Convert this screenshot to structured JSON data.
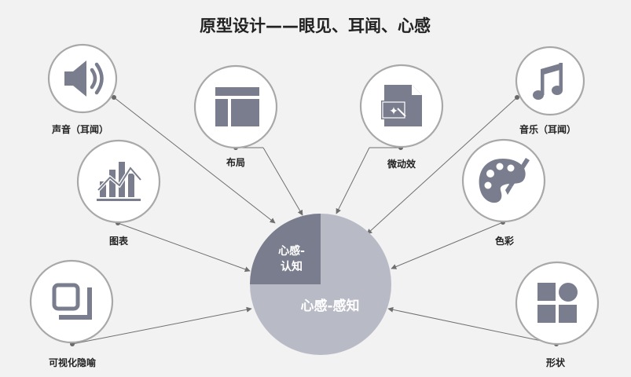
{
  "title": "原型设计——眼见、耳闻、心感",
  "center": {
    "quarter_label_line1": "心感-",
    "quarter_label_line2": "认知",
    "main_label": "心感-感知",
    "quarter_color": "#7a7d8d",
    "main_color": "#b8bac6"
  },
  "icon_color": "#7a7d8d",
  "nodes": {
    "sound": {
      "label": "声音（耳闻）",
      "icon": "speaker-icon"
    },
    "layout": {
      "label": "布局",
      "icon": "layout-icon"
    },
    "motion": {
      "label": "微动效",
      "icon": "animation-file-icon"
    },
    "music": {
      "label": "音乐（耳闻）",
      "icon": "music-note-icon"
    },
    "chart": {
      "label": "图表",
      "icon": "bar-chart-icon"
    },
    "color": {
      "label": "色彩",
      "icon": "palette-icon"
    },
    "metaphor": {
      "label": "可视化隐喻",
      "icon": "metaphor-shape-icon"
    },
    "shape": {
      "label": "形状",
      "icon": "shapes-icon"
    }
  }
}
